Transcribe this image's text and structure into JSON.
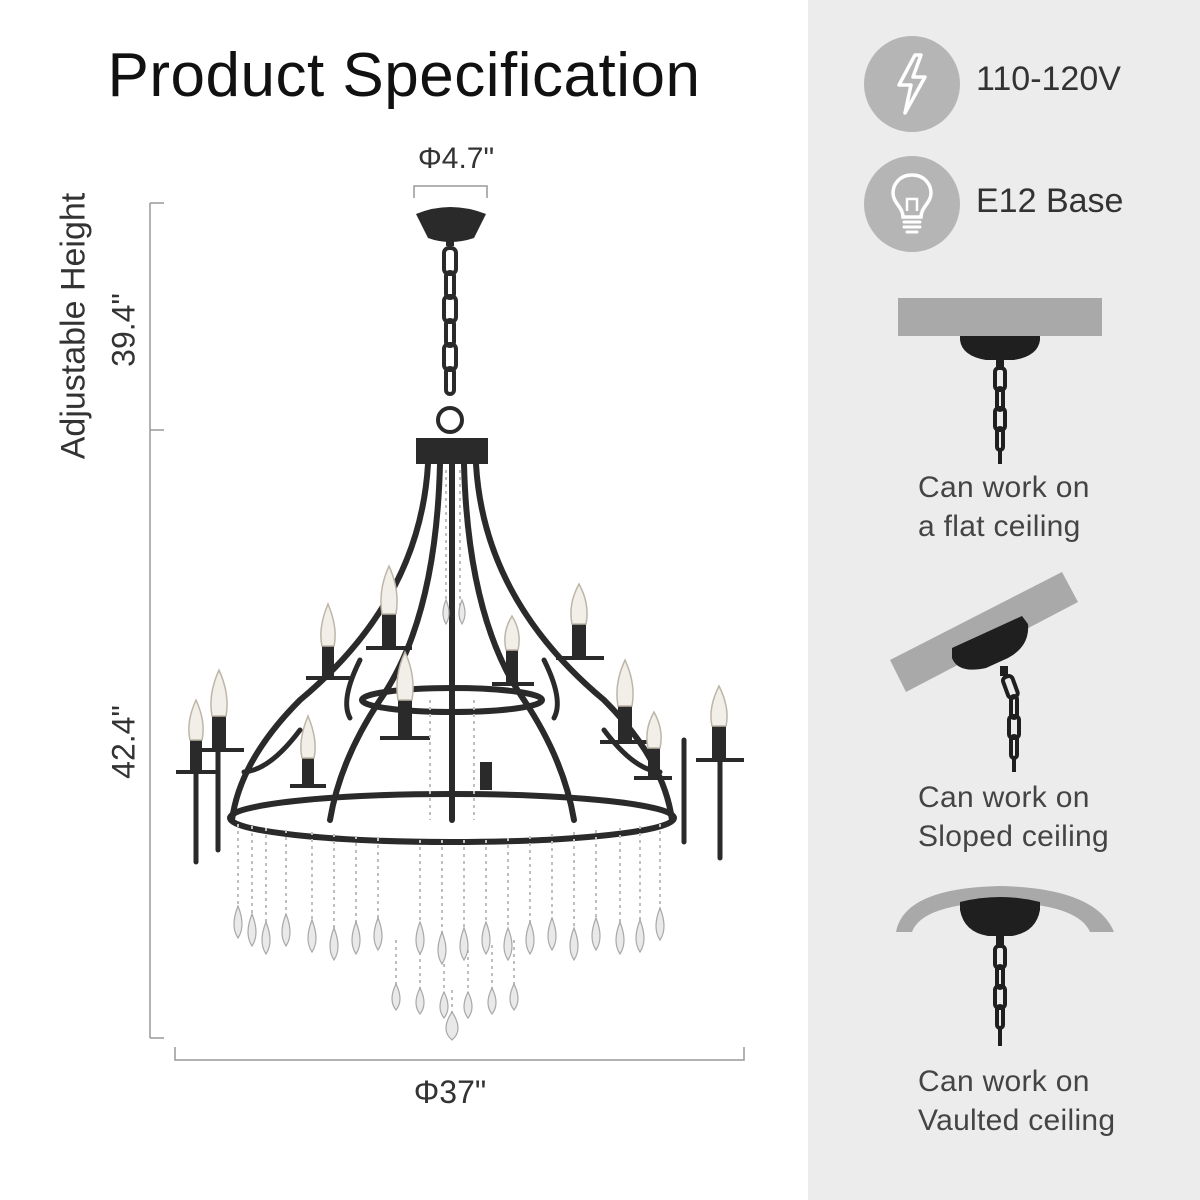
{
  "header": {
    "title": "Product Specification"
  },
  "dimensions": {
    "canopy_diameter": "Φ4.7\"",
    "adjustable_label": "Adjustable Height",
    "chain_height": "39.4\"",
    "body_height": "42.4\"",
    "body_diameter": "Φ37\""
  },
  "specs": [
    {
      "icon": "lightning-icon",
      "label": "110-120V"
    },
    {
      "icon": "bulb-icon",
      "label": "E12 Base"
    }
  ],
  "ceilings": [
    {
      "icon": "flat-ceiling-icon",
      "line1": "Can work on",
      "line2": "a flat ceiling"
    },
    {
      "icon": "sloped-ceiling-icon",
      "line1": "Can work on",
      "line2": "Sloped ceiling"
    },
    {
      "icon": "vaulted-ceiling-icon",
      "line1": "Can work on",
      "line2": "Vaulted ceiling"
    }
  ],
  "colors": {
    "panel": "#ececec",
    "icon_circle": "#b5b5b5",
    "metal": "#2a2a2a",
    "ceiling_bar": "#a9a9a9"
  }
}
